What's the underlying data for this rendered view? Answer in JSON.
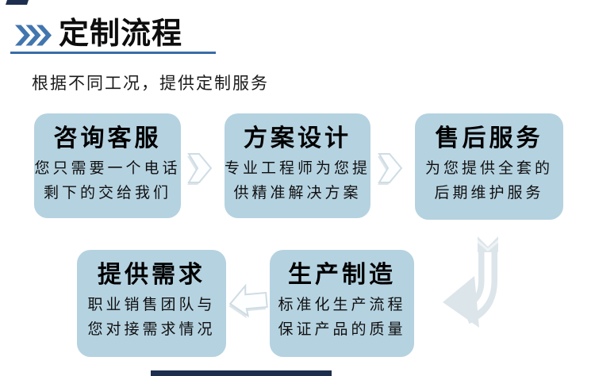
{
  "header": {
    "title": "定制流程",
    "subtitle": "根据不同工况，提供定制服务",
    "chevron_icon": "triple-chevron-right"
  },
  "flow": {
    "steps": [
      {
        "id": "consult",
        "title": "咨询客服",
        "lines": [
          "您只需要一个电话",
          "剩下的交给我们"
        ]
      },
      {
        "id": "design",
        "title": "方案设计",
        "lines": [
          "专业工程师为您提",
          "供精准解决方案"
        ]
      },
      {
        "id": "aftersales",
        "title": "售后服务",
        "lines": [
          "为您提供全套的",
          "后期维护服务"
        ]
      },
      {
        "id": "requirements",
        "title": "提供需求",
        "lines": [
          "职业销售团队与",
          "您对接需求情况"
        ]
      },
      {
        "id": "production",
        "title": "生产制造",
        "lines": [
          "标准化生产流程",
          "保证产品的质量"
        ]
      }
    ],
    "arrow_icons": [
      "right-arrow",
      "right-arrow",
      "curved-down-left-arrow",
      "left-arrow"
    ]
  },
  "colors": {
    "accent_blue": "#4276ae",
    "underline_blue": "#3a6ca8",
    "box_fill": "#b5d2e0",
    "arrow_outline": "#cfdce4",
    "arrow_shadow": "#dce5ea",
    "edge_navy": "#1d2e4e",
    "text": "#000000"
  }
}
